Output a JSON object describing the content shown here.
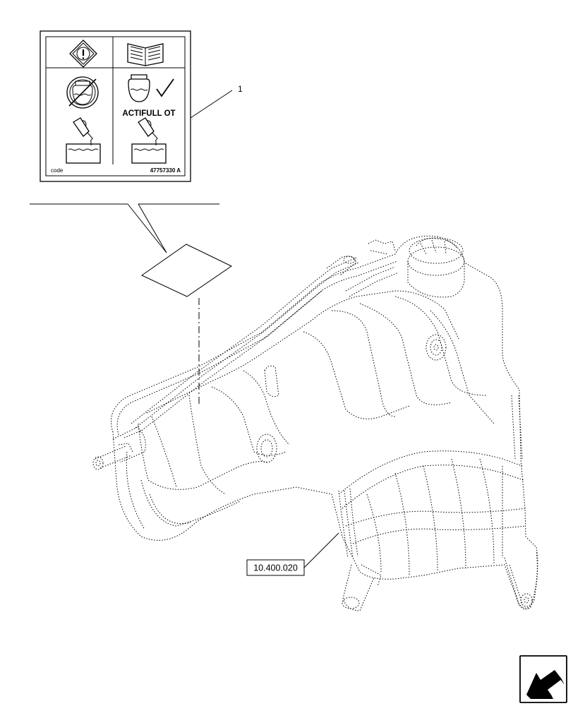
{
  "decal": {
    "banner": "ACTIFULL OT",
    "code_label": "code",
    "part_number": "47757330 A"
  },
  "callouts": {
    "item_1": "1",
    "reference": "10.400.020"
  },
  "icons": {
    "warning": "warning-diamond-icon",
    "manual": "open-book-icon",
    "tank_level": "tank-level-icon",
    "tank_ok": "tank-check-icon",
    "fill_bottle": "pouring-bottle-icon",
    "container": "liquid-container-icon",
    "nav": "next-page-arrow-icon"
  }
}
